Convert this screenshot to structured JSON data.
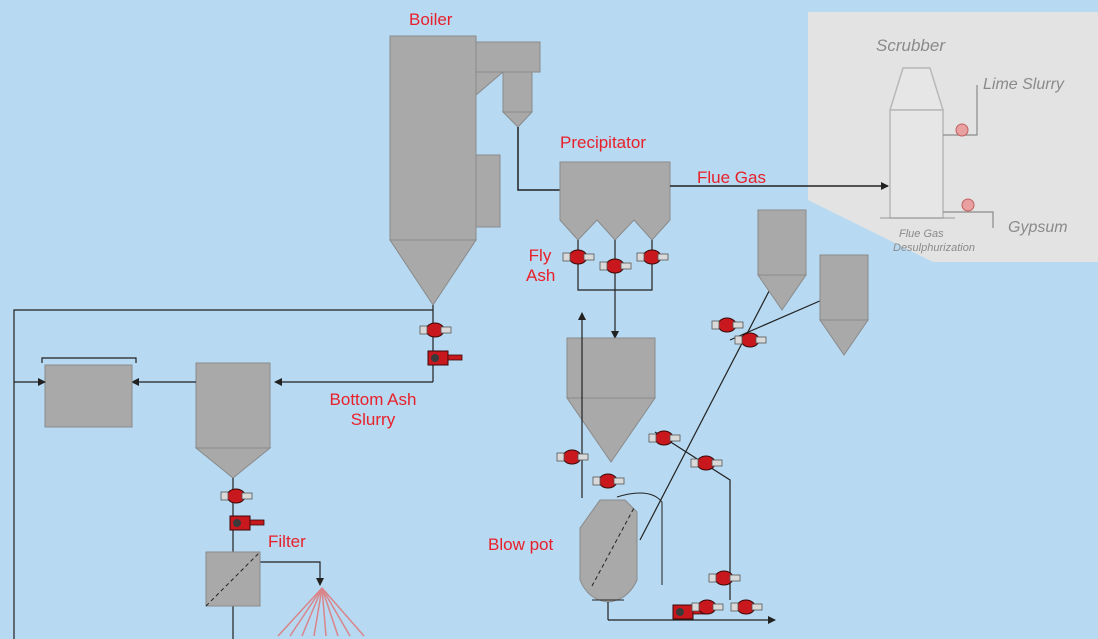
{
  "labels": {
    "boiler": "Boiler",
    "precipitator": "Precipitator",
    "flue_gas": "Flue Gas",
    "fly_ash_line1": "Fly",
    "fly_ash_line2": "Ash",
    "bottom_ash_line1": "Bottom Ash",
    "bottom_ash_line2": "Slurry",
    "filter": "Filter",
    "blow_pot": "Blow pot"
  },
  "scrubber_panel": {
    "title": "Scrubber",
    "lime_slurry": "Lime Slurry",
    "gypsum": "Gypsum",
    "fgd_line1": "Flue Gas",
    "fgd_line2": "Desulphurization"
  },
  "colors": {
    "background": "#b7d9f1",
    "vessel": "#a9a9a9",
    "label": "#e8202a",
    "valve": "#c8171d",
    "panel": "#e3e3e3"
  }
}
